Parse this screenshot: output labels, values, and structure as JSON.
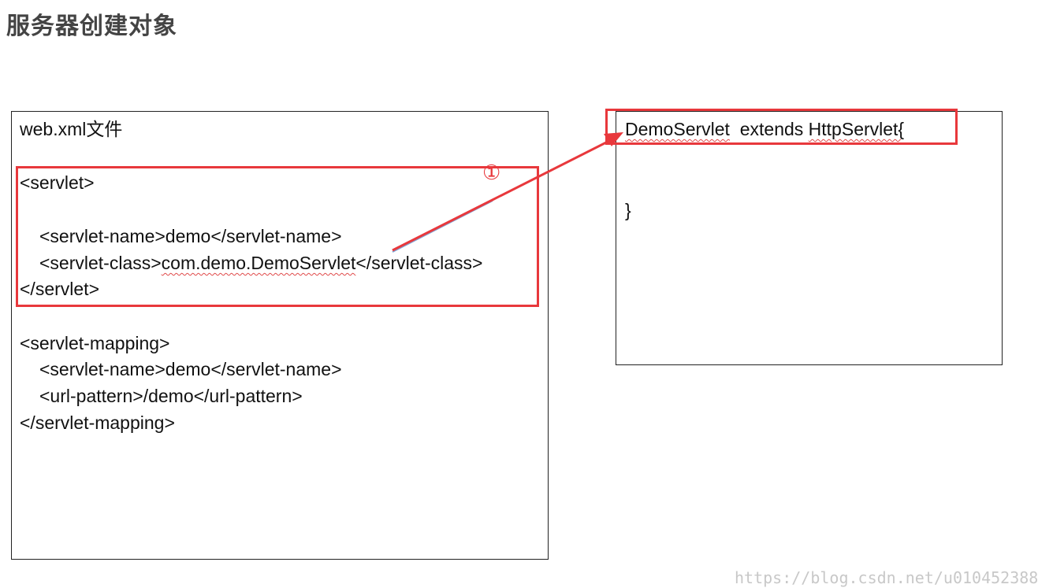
{
  "title": "服务器创建对象",
  "left_panel": {
    "heading": "web.xml文件",
    "servlet_open": "<servlet>",
    "servlet_name_line": "<servlet-name>demo</servlet-name>",
    "servlet_class_open": "<servlet-class>",
    "servlet_class_value": "com.demo.DemoServlet",
    "servlet_class_close": "</servlet-class>",
    "servlet_close": "</servlet>",
    "mapping_open": "<servlet-mapping>",
    "mapping_name_line": "<servlet-name>demo</servlet-name>",
    "mapping_url_line": "<url-pattern>/demo</url-pattern>",
    "mapping_close": "</servlet-mapping>"
  },
  "right_panel": {
    "class_name": "DemoServlet",
    "extends_keyword": "extends",
    "parent_class": "HttpServlet{",
    "closing_brace": "}"
  },
  "annotation": {
    "marker": "①",
    "color": "#e8383c"
  },
  "watermark": "https://blog.csdn.net/u010452388"
}
